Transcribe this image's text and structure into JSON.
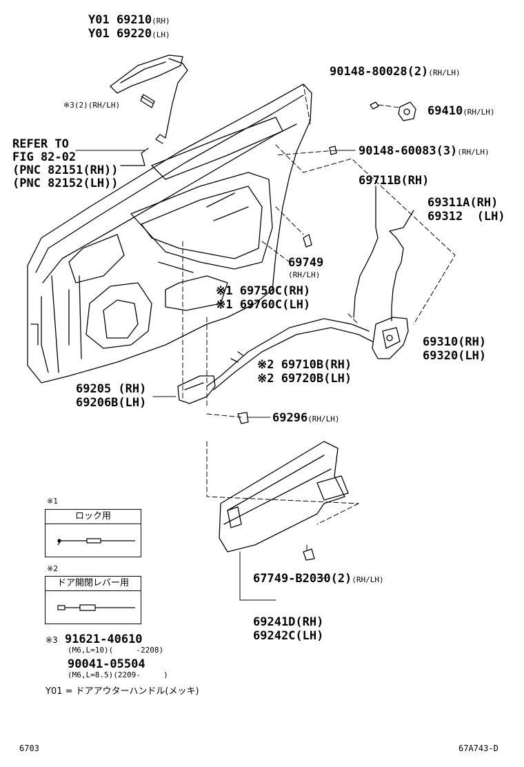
{
  "labels": {
    "handle_rh": "Y01 69210",
    "handle_rh_s": "(RH)",
    "handle_lh": "Y01 69220",
    "handle_lh_s": "(LH)",
    "bolt3": "※3(2)(RH/LH)",
    "refer": "REFER TO",
    "refer_fig": "FIG 82-02",
    "refer_pnc1": "(PNC 82151(RH))",
    "refer_pnc2": "(PNC 82152(LH))",
    "screw_top": "90148-80028(2)",
    "screw_top_s": "(RH/LH)",
    "p69410": "69410",
    "p69410_s": "(RH/LH)",
    "screw_mid": "90148-60083(3)",
    "screw_mid_s": "(RH/LH)",
    "p69711": "69711B(RH)",
    "p69311": "69311A(RH)",
    "p69312": "69312  (LH)",
    "p69749": "69749",
    "p69749_s": "(RH/LH)",
    "p69750": "※1 69750C(RH)",
    "p69760": "※1 69760C(LH)",
    "p69310": "69310(RH)",
    "p69320": "69320(LH)",
    "p69710": "※2 69710B(RH)",
    "p69720": "※2 69720B(LH)",
    "p69205": "69205 (RH)",
    "p69206": "69206B(LH)",
    "p69296": "69296",
    "p69296_s": "(RH/LH)",
    "p67749": "67749-B2030(2)",
    "p67749_s": "(RH/LH)",
    "p69241": "69241D(RH)",
    "p69242": "69242C(LH)"
  },
  "legend": {
    "note1_mark": "※1",
    "note1_title": "ロック用",
    "note2_mark": "※2",
    "note2_title": "ドア開閉レバー用",
    "note3_mark": "※3",
    "note3_part1": "91621-40610",
    "note3_spec1": "(M6,L=10)(     -2208)",
    "note3_part2": "90041-05504",
    "note3_spec2": "(M6,L=8.5)(2209-     )",
    "y01_note": "Y01 = ドアアウターハンドル(メッキ)"
  },
  "footer": {
    "left": "6703",
    "right": "67A743-D"
  }
}
